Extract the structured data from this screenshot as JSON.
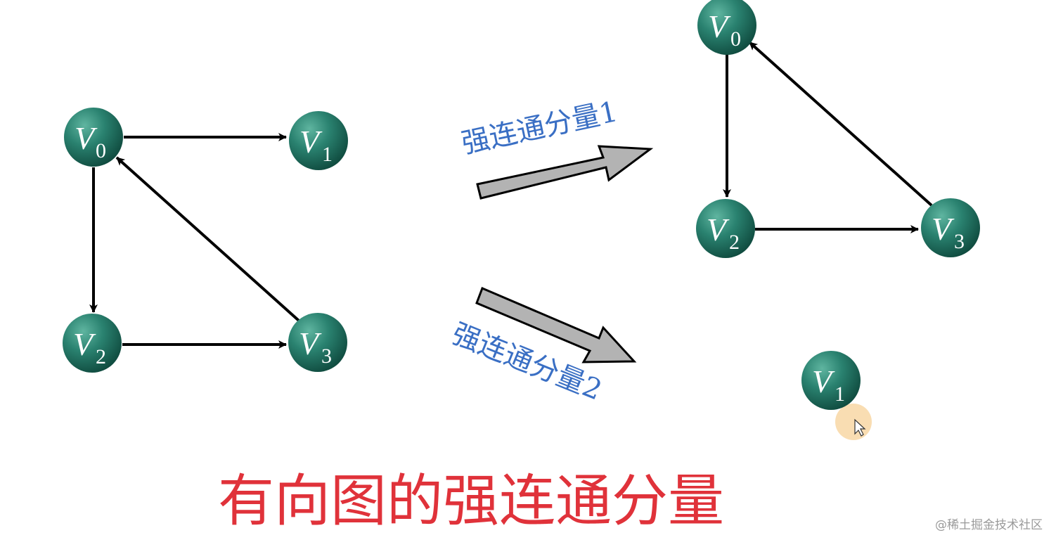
{
  "diagram": {
    "nodes": [
      {
        "id": "V0",
        "letter": "V",
        "sub": "0"
      },
      {
        "id": "V1",
        "letter": "V",
        "sub": "1"
      },
      {
        "id": "V2",
        "letter": "V",
        "sub": "2"
      },
      {
        "id": "V3",
        "letter": "V",
        "sub": "3"
      }
    ],
    "edges": [
      {
        "from": "V0",
        "to": "V1"
      },
      {
        "from": "V0",
        "to": "V2"
      },
      {
        "from": "V2",
        "to": "V3"
      },
      {
        "from": "V3",
        "to": "V0"
      }
    ],
    "components": [
      {
        "label": "强连通分量1",
        "nodes": [
          "V0",
          "V2",
          "V3"
        ]
      },
      {
        "label": "强连通分量2",
        "nodes": [
          "V1"
        ]
      }
    ],
    "title": "有向图的强连通分量"
  },
  "watermark": "@稀土掘金技术社区",
  "colors": {
    "node": "#1f6b5c",
    "edge": "#000000",
    "component_label": "#3a6fc4",
    "title": "#e0323a",
    "transfer_arrow": "#b3b3b3"
  }
}
